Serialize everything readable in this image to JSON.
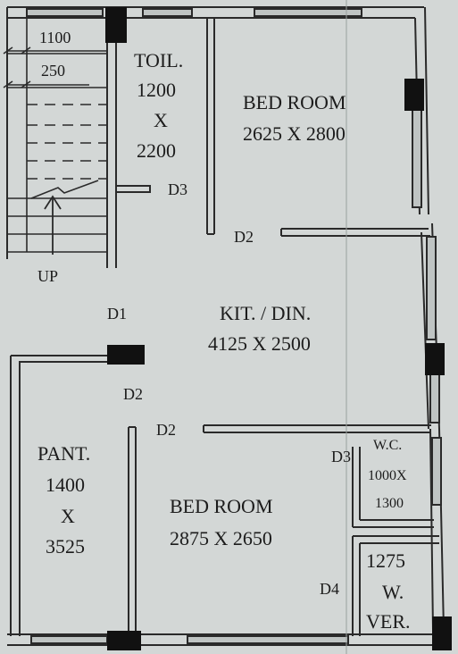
{
  "stair": {
    "dim_width": "1100",
    "dim_tread": "250",
    "label": "UP"
  },
  "toilet": {
    "name": "TOIL.",
    "dim_a": "1200",
    "x": "X",
    "dim_b": "2200",
    "door": "D3"
  },
  "bedroom_top": {
    "name": "BED ROOM",
    "dims": "2625 X 2800",
    "door": "D2"
  },
  "kitchen": {
    "name": "KIT. / DIN.",
    "dims": "4125 X 2500",
    "door_entry": "D1",
    "door_pantry": "D2",
    "door_bedroom": "D2"
  },
  "pantry": {
    "name": "PANT.",
    "dim_a": "1400",
    "x": "X",
    "dim_b": "3525"
  },
  "bedroom_bottom": {
    "name": "BED ROOM",
    "dims": "2875 X 2650"
  },
  "wc": {
    "name": "W.C.",
    "dim_a": "1000X",
    "dim_b": "1300",
    "door": "D3"
  },
  "verandah": {
    "dim": "1275",
    "name_a": "W.",
    "name_b": "VER.",
    "door": "D4"
  }
}
